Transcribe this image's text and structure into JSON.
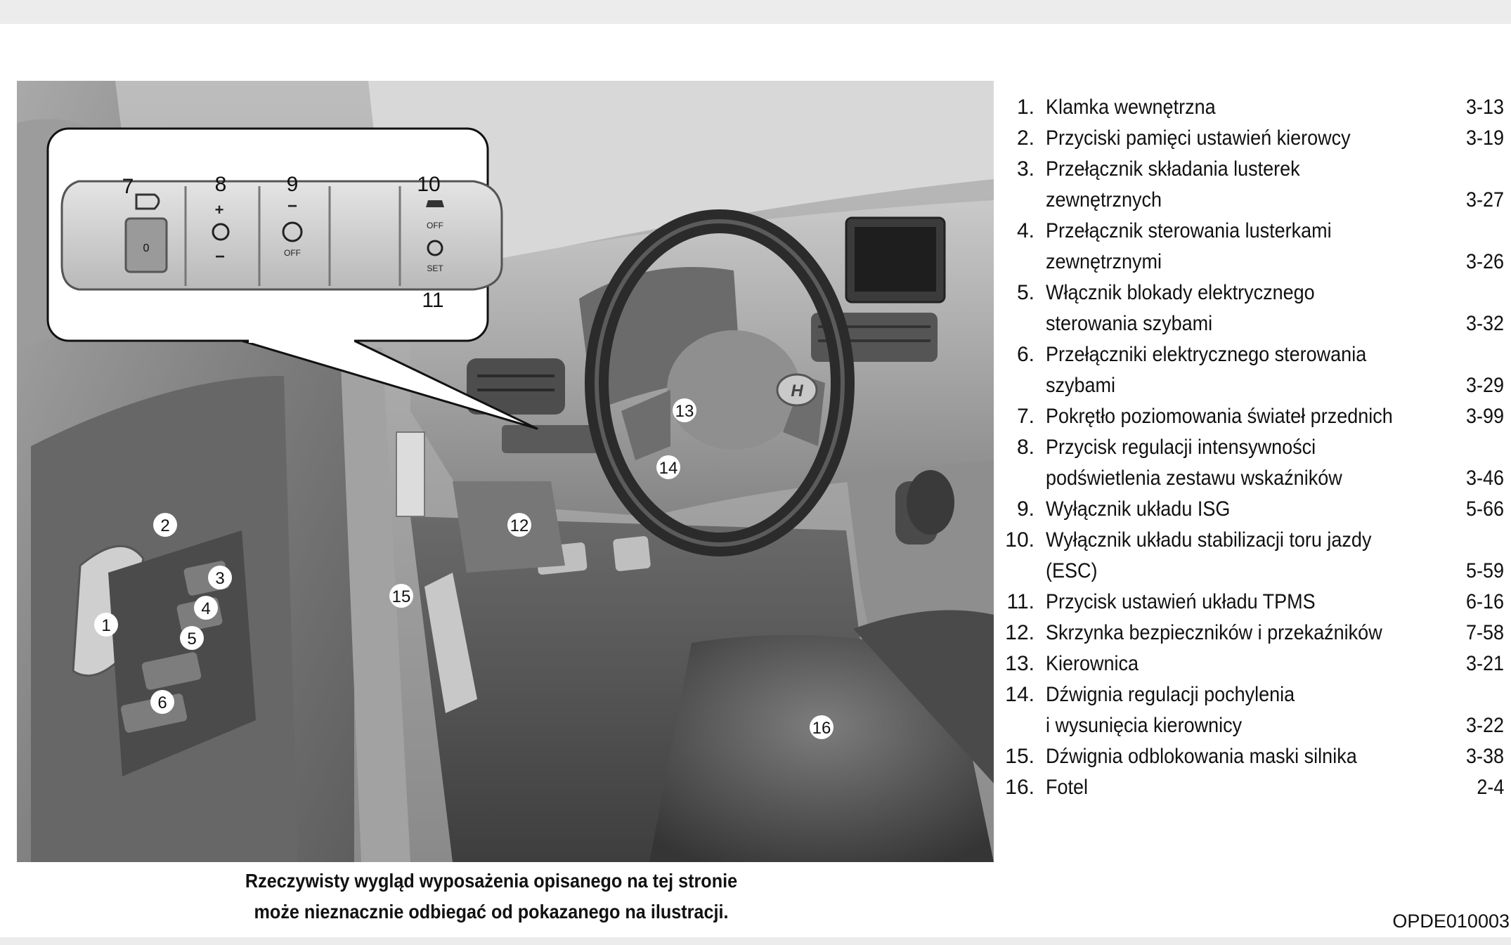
{
  "legend": [
    {
      "num": "1.",
      "lines": [
        "Klamka wewnętrzna"
      ],
      "page": "3-13"
    },
    {
      "num": "2.",
      "lines": [
        "Przyciski pamięci ustawień kierowcy"
      ],
      "page": "3-19"
    },
    {
      "num": "3.",
      "lines": [
        "Przełącznik składania lusterek",
        "zewnętrznych"
      ],
      "page": "3-27"
    },
    {
      "num": "4.",
      "lines": [
        "Przełącznik sterowania lusterkami",
        "zewnętrznymi"
      ],
      "page": "3-26"
    },
    {
      "num": "5.",
      "lines": [
        "Włącznik blokady elektrycznego",
        "sterowania szybami"
      ],
      "page": "3-32"
    },
    {
      "num": "6.",
      "lines": [
        "Przełączniki elektrycznego sterowania",
        "szybami"
      ],
      "page": "3-29"
    },
    {
      "num": "7.",
      "lines": [
        "Pokrętło poziomowania świateł przednich"
      ],
      "page": "3-99"
    },
    {
      "num": "8.",
      "lines": [
        "Przycisk regulacji intensywności",
        "podświetlenia zestawu wskaźników"
      ],
      "page": "3-46"
    },
    {
      "num": "9.",
      "lines": [
        "Wyłącznik układu ISG"
      ],
      "page": "5-66"
    },
    {
      "num": "10.",
      "lines": [
        "Wyłącznik układu stabilizacji toru jazdy",
        "(ESC)"
      ],
      "page": "5-59"
    },
    {
      "num": "11.",
      "lines": [
        "Przycisk ustawień układu TPMS"
      ],
      "page": "6-16"
    },
    {
      "num": "12.",
      "lines": [
        "Skrzynka bezpieczników i przekaźników"
      ],
      "page": "7-58"
    },
    {
      "num": "13.",
      "lines": [
        "Kierownica"
      ],
      "page": "3-21"
    },
    {
      "num": "14.",
      "lines": [
        "Dźwignia regulacji pochylenia",
        "i wysunięcia kierownicy"
      ],
      "page": "3-22"
    },
    {
      "num": "15.",
      "lines": [
        "Dźwignia odblokowania maski silnika"
      ],
      "page": "3-38"
    },
    {
      "num": "16.",
      "lines": [
        "Fotel"
      ],
      "page": "2-4"
    }
  ],
  "caption": {
    "line1": "Rzeczywisty wygląd wyposażenia opisanego na tej stronie",
    "line2": "może nieznacznie odbiegać od pokazanego na ilustracji."
  },
  "code": "OPDE010003",
  "illustration": {
    "callouts": [
      "1",
      "2",
      "3",
      "4",
      "5",
      "6",
      "7",
      "8",
      "9",
      "10",
      "11",
      "12",
      "13",
      "14",
      "15",
      "16"
    ],
    "switch_labels": {
      "esc_off": "OFF",
      "isg_off": "OFF",
      "tpms_set": "SET",
      "dial_zero": "0",
      "plus": "+",
      "minus": "−"
    },
    "hyundai_logo": "H"
  }
}
